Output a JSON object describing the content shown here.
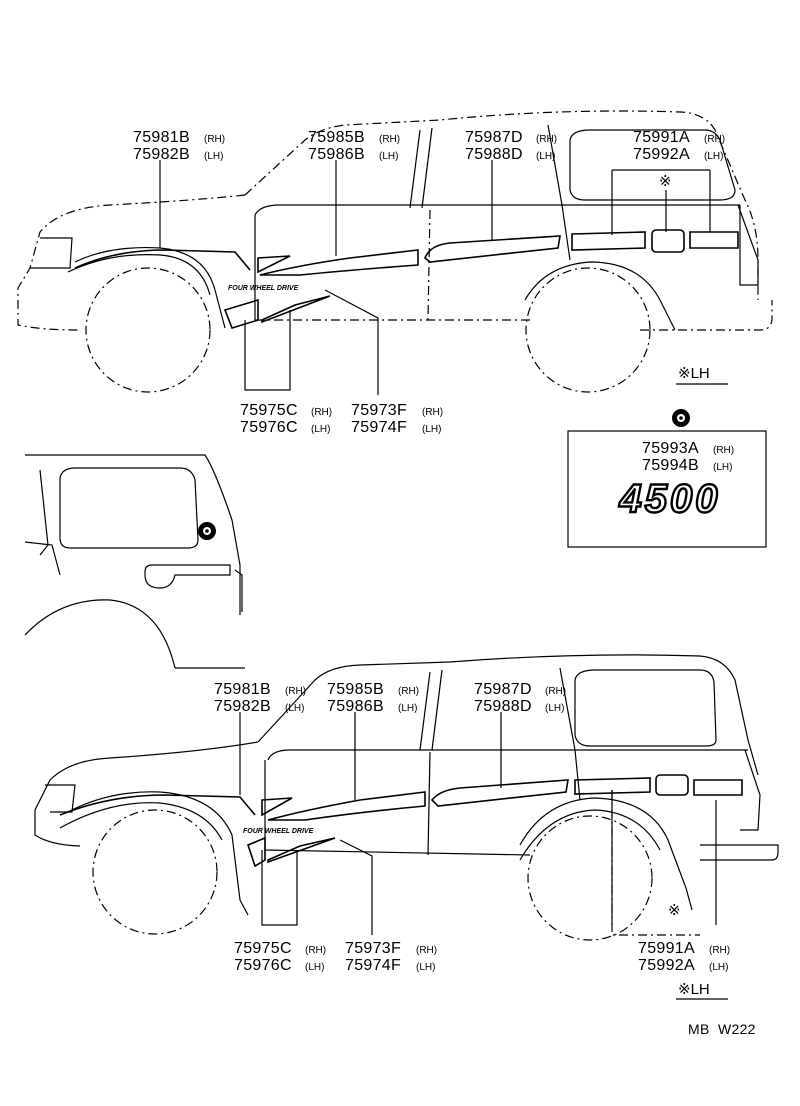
{
  "top_view": {
    "callouts": [
      {
        "part_rh": "75981B",
        "side_rh": "(RH)",
        "part_lh": "75982B",
        "side_lh": "(LH)"
      },
      {
        "part_rh": "75985B",
        "side_rh": "(RH)",
        "part_lh": "75986B",
        "side_lh": "(LH)"
      },
      {
        "part_rh": "75987D",
        "side_rh": "(RH)",
        "part_lh": "75988D",
        "side_lh": "(LH)"
      },
      {
        "part_rh": "75991A",
        "side_rh": "(RH)",
        "part_lh": "75992A",
        "side_lh": "(LH)"
      },
      {
        "part_rh": "75975C",
        "side_rh": "(RH)",
        "part_lh": "75976C",
        "side_lh": "(LH)"
      },
      {
        "part_rh": "75973F",
        "side_rh": "(RH)",
        "part_lh": "75974F",
        "side_lh": "(LH)"
      }
    ],
    "decal_text": "FOUR WHEEL DRIVE",
    "lh_note": "※LH"
  },
  "emblem_box": {
    "part_rh": "75993A",
    "side_rh": "(RH)",
    "part_lh": "75994B",
    "side_lh": "(LH)",
    "emblem_text": "4500"
  },
  "bottom_view": {
    "callouts": [
      {
        "part_rh": "75981B",
        "side_rh": "(RH)",
        "part_lh": "75982B",
        "side_lh": "(LH)"
      },
      {
        "part_rh": "75985B",
        "side_rh": "(RH)",
        "part_lh": "75986B",
        "side_lh": "(LH)"
      },
      {
        "part_rh": "75987D",
        "side_rh": "(RH)",
        "part_lh": "75988D",
        "side_lh": "(LH)"
      },
      {
        "part_rh": "75975C",
        "side_rh": "(RH)",
        "part_lh": "75976C",
        "side_lh": "(LH)"
      },
      {
        "part_rh": "75973F",
        "side_rh": "(RH)",
        "part_lh": "75974F",
        "side_lh": "(LH)"
      },
      {
        "part_rh": "75991A",
        "side_rh": "(RH)",
        "part_lh": "75992A",
        "side_lh": "(LH)"
      }
    ],
    "decal_text": "FOUR WHEEL DRIVE",
    "lh_note": "※LH"
  },
  "footer": {
    "code": "MB  W222"
  }
}
